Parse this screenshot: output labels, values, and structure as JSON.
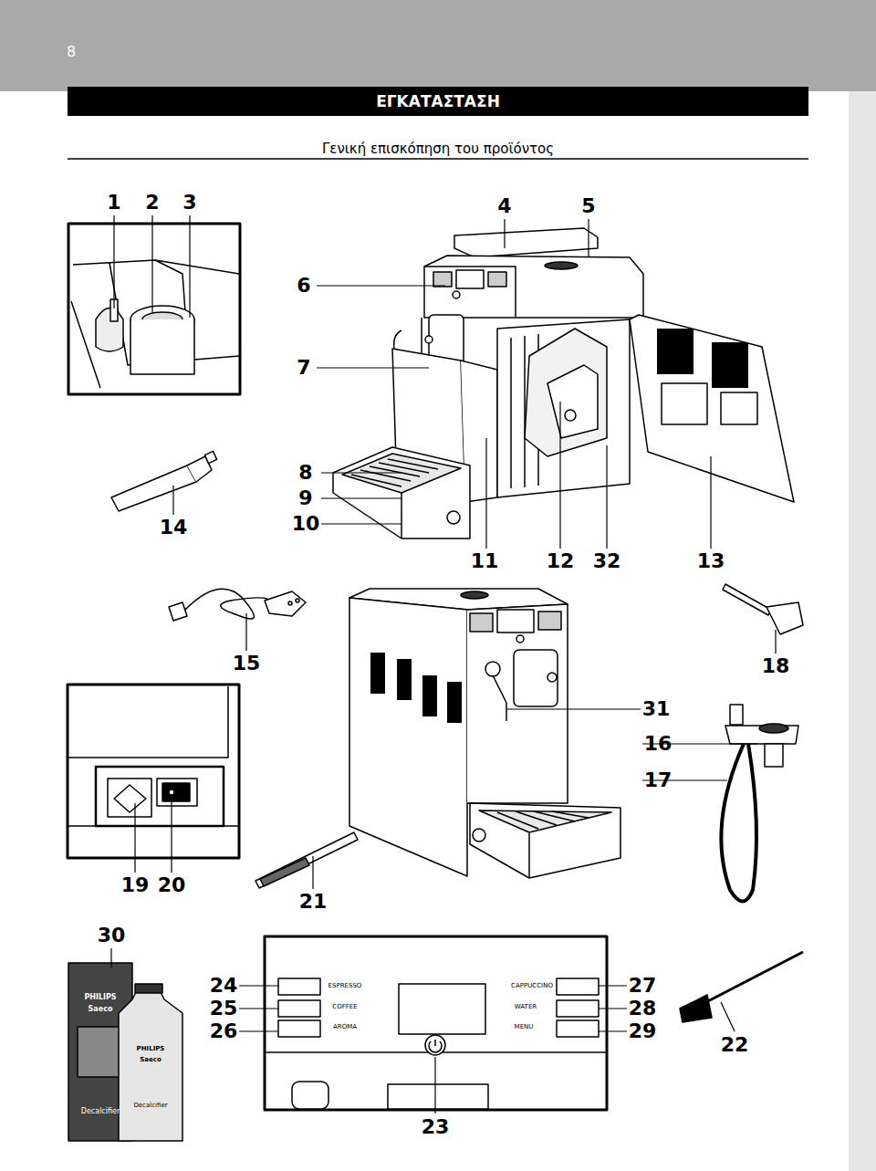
{
  "diagram": {
    "title": "ΕΓΚΑΤΑΣΤΑΣΗ",
    "labels": [
      "8",
      "Γενική επισκόπηση του προϊόντος",
      "1",
      "2",
      "3",
      "4",
      "5",
      "6",
      "7",
      "8",
      "9",
      "10",
      "14",
      "11",
      "12",
      "32",
      "13",
      "15",
      "18",
      "31",
      "16",
      "17",
      "19",
      "20",
      "21",
      "30",
      "24",
      "25",
      "26",
      "27",
      "28",
      "29",
      "22",
      "23",
      "ESPRESSO",
      "COFFEE",
      "AROMA",
      "CAPPUCCINO",
      "WATER",
      "MENU",
      "PHILIPS",
      "Saeco",
      "Decalcifier",
      "PHILIPS",
      "Saeco",
      "Decalcifier"
    ]
  }
}
